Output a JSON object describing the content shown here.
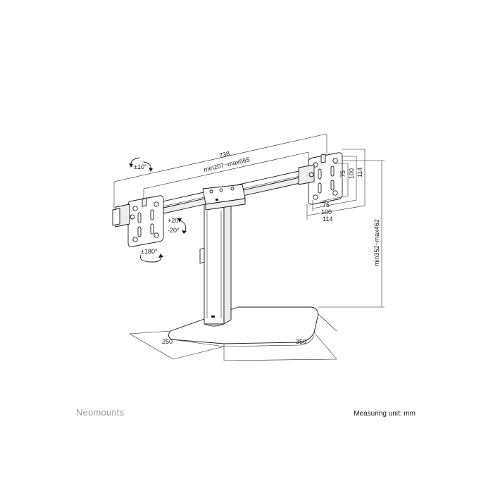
{
  "brand": "Neomounts",
  "measuring_unit": "Measuring unit: mm",
  "dimensions": {
    "total_width": "738",
    "arm_range": "min207~max665",
    "height_range": "min352~max462",
    "base_depth": "250",
    "base_width": "350",
    "vesa_75": "75",
    "vesa_100": "100",
    "vesa_114": "114"
  },
  "rotations": {
    "tilt": "±10°",
    "swivel_up": "+20°",
    "swivel_down": "-20°",
    "rotate": "±180°"
  },
  "icons": [
    "tilt-arrow-icon",
    "swivel-arrow-icon",
    "rotate-arrow-icon"
  ]
}
